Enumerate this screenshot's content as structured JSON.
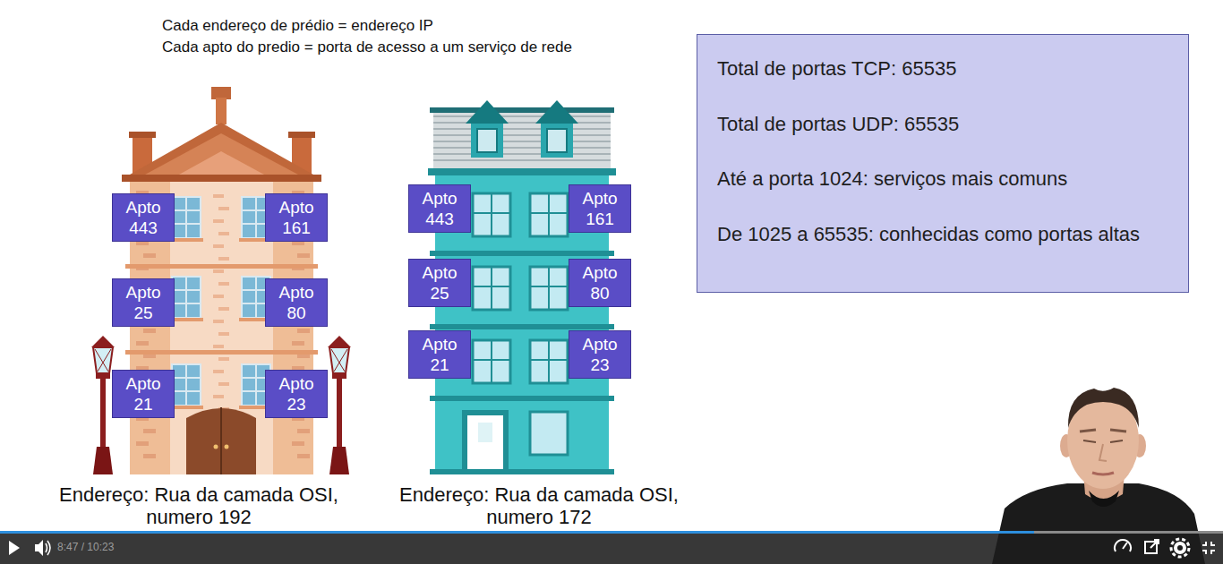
{
  "diagram": {
    "nodes": [
      {
        "text": [
          "Endereço: Rua da camada OSI, numero 192"
        ]
      },
      {
        "text": [
          "Apto 443"
        ],
        "in": 0
      },
      {
        "text": [
          "Apto 161"
        ],
        "in": 0
      },
      {
        "text": [
          "Apto 25"
        ],
        "in": 0
      },
      {
        "text": [
          "Apto 80"
        ],
        "in": 0
      },
      {
        "text": [
          "Apto 21"
        ],
        "in": 0
      },
      {
        "text": [
          "Apto 23"
        ],
        "in": 0
      },
      {
        "text": [
          "Endereço: Rua da camada OSI, numero 172"
        ]
      },
      {
        "text": [
          "Apto 443"
        ],
        "in": 7
      },
      {
        "text": [
          "Apto 161"
        ],
        "in": 7
      },
      {
        "text": [
          "Apto 25"
        ],
        "in": 7
      },
      {
        "text": [
          "Apto 80"
        ],
        "in": 7
      },
      {
        "text": [
          "Apto 21"
        ],
        "in": 7
      },
      {
        "text": [
          "Apto 23"
        ],
        "in": 7
      },
      {
        "text": [
          "Total de portas TCP: 65535",
          "Total de portas UDP: 65535",
          "Até a porta 1024: serviços mais comuns",
          "De 1025 a 65535: conhecidas como portas altas"
        ]
      }
    ],
    "labels": [
      "Cada endereço de prédio = endereço IP",
      "Cada apto do predio = porta de acesso a um serviço de rede",
      "8:47 / 10:23"
    ]
  }
}
